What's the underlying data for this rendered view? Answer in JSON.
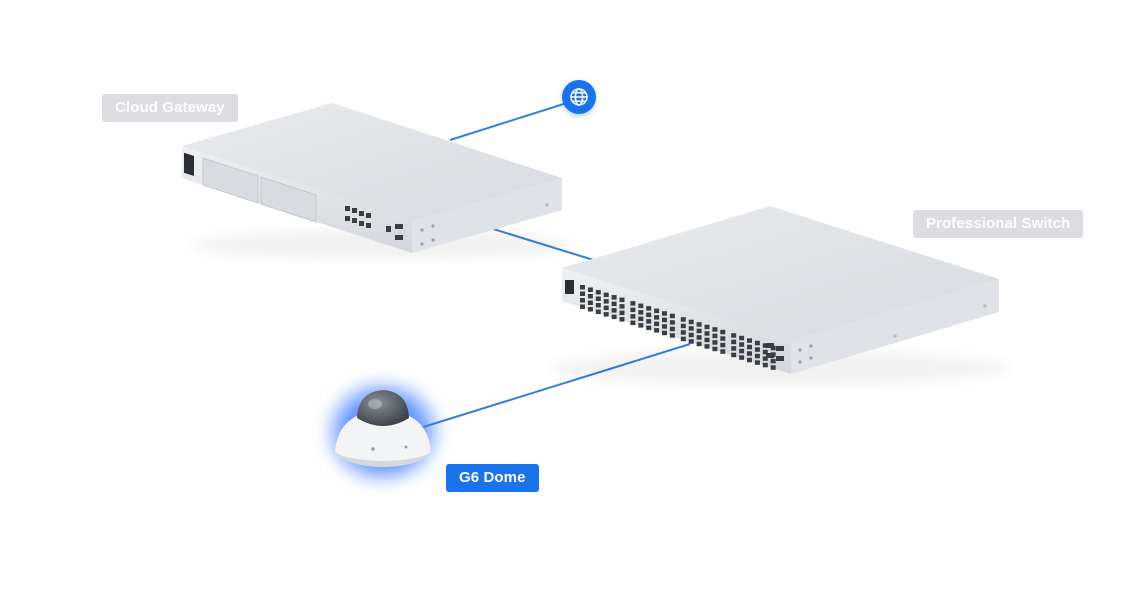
{
  "labels": {
    "gateway": "Cloud Gateway",
    "switch": "Professional Switch",
    "camera": "G6 Dome"
  },
  "icons": {
    "internet": "globe-icon"
  },
  "colors": {
    "accent": "#1a73e8",
    "link_line": "#2f7fe0",
    "muted_label_bg": "#dcdde0",
    "device_body": "#e4e6ea",
    "camera_glow": "#3d7bff"
  }
}
